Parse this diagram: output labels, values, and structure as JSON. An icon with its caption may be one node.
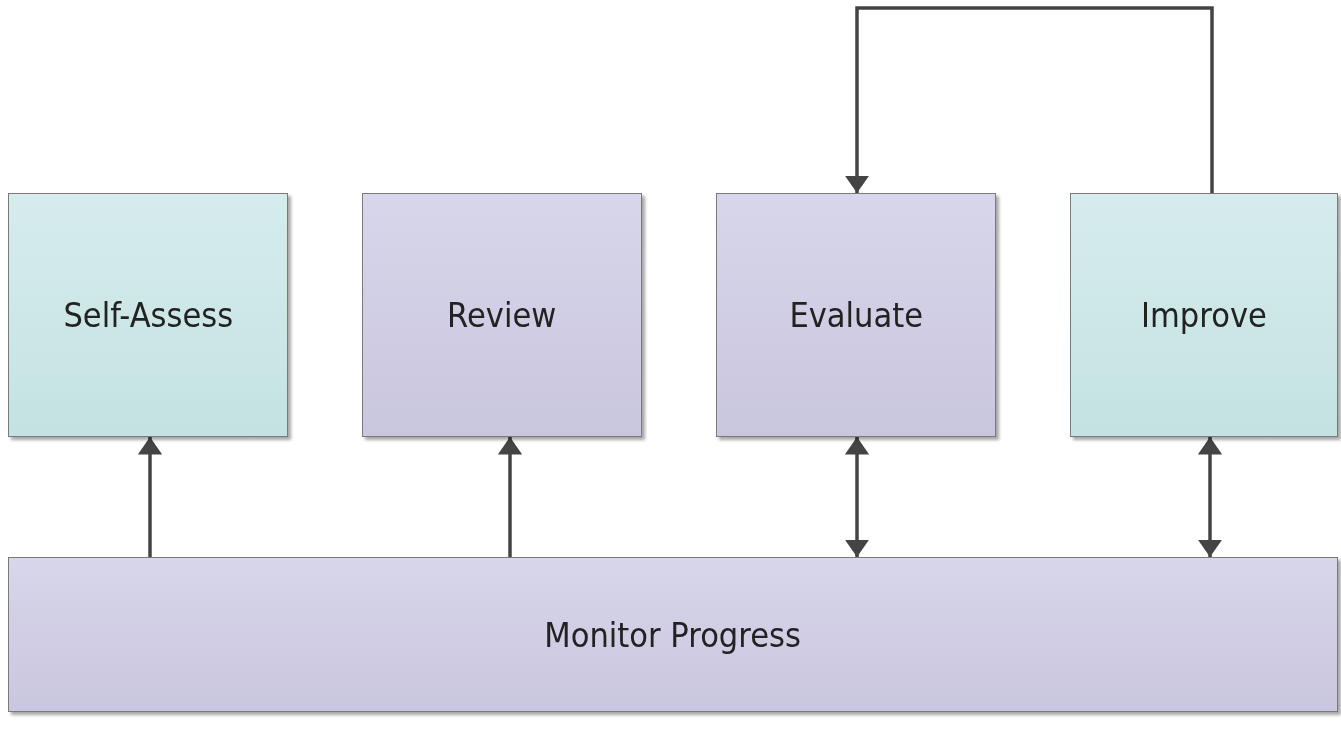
{
  "diagram": {
    "nodes": [
      {
        "text": [
          "Self-Assess"
        ]
      },
      {
        "text": [
          "Review"
        ]
      },
      {
        "text": [
          "Evaluate"
        ]
      },
      {
        "text": [
          "Improve"
        ]
      },
      {
        "text": [
          "Monitor Progress"
        ]
      }
    ],
    "edges": [
      {
        "from": 4,
        "to": 0,
        "arrow": "to"
      },
      {
        "from": 4,
        "to": 1,
        "arrow": "to"
      },
      {
        "from": 4,
        "to": 2,
        "arrow": "both"
      },
      {
        "from": 4,
        "to": 3,
        "arrow": "both"
      },
      {
        "from": 3,
        "to": 2,
        "arrow": "to"
      }
    ]
  }
}
